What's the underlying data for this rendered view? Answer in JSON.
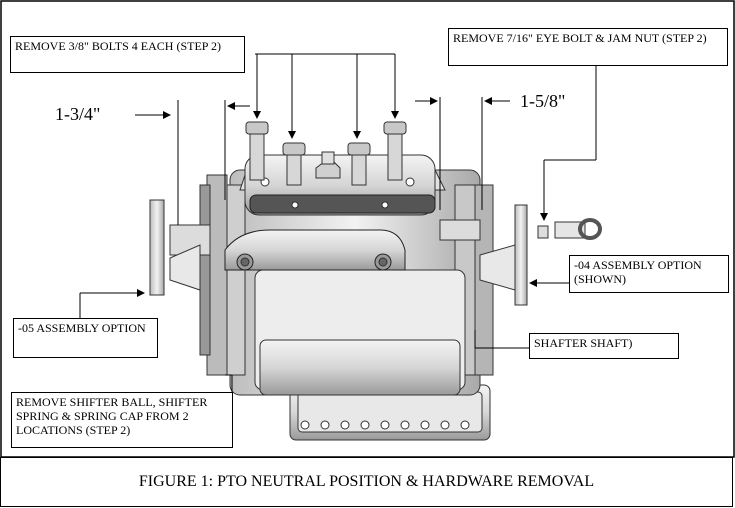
{
  "labels": {
    "bolts_38": "REMOVE 3/8\" BOLTS 4 EACH (STEP 2)",
    "eye_bolt": "REMOVE 7/16\" EYE BOLT & JAM NUT (STEP 2)",
    "dim_left": "1-3/4\"",
    "dim_right": "1-5/8\"",
    "opt_04": "-04 ASSEMBLY OPTION  (SHOWN)",
    "opt_05": "-05 ASSEMBLY OPTION",
    "shafter": "SHAFTER SHAFT)",
    "shifter": "REMOVE SHIFTER BALL, SHIFTER SPRING & SPRING CAP FROM 2 LOCATIONS (STEP 2)"
  },
  "caption": "FIGURE 1: PTO NEUTRAL POSITION & HARDWARE REMOVAL"
}
